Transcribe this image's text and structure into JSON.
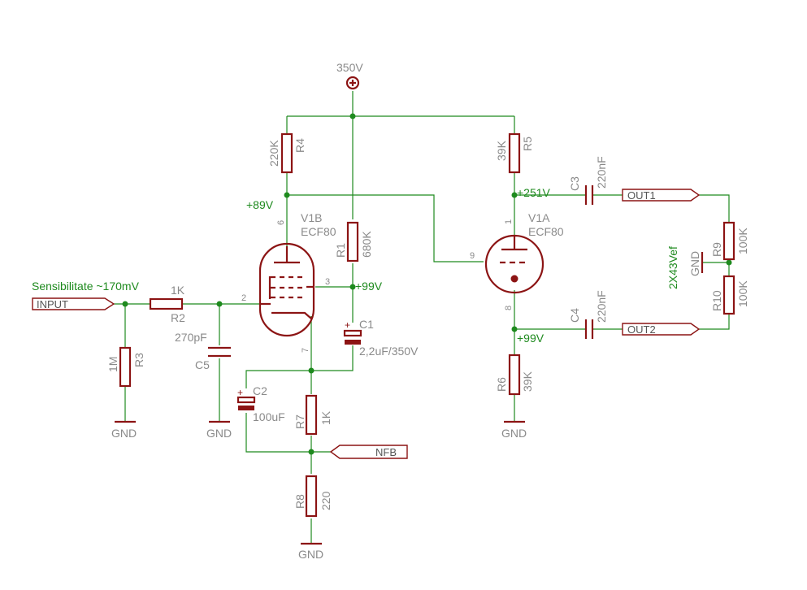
{
  "supply": {
    "label": "350V"
  },
  "nets": {
    "input_sens": "Sensibilitate ~170mV",
    "v1b_anode": "+89V",
    "v1b_grid2": "+99V",
    "v1a_anode": "+251V",
    "v1a_cathode": "+99V",
    "filament": "2X43Vef"
  },
  "ports": {
    "input": "INPUT",
    "out1": "OUT1",
    "out2": "OUT2",
    "nfb": "NFB"
  },
  "grounds": {
    "r3": "GND",
    "c5": "GND",
    "r8": "GND",
    "r6": "GND",
    "mid": "GND"
  },
  "tubes": {
    "v1b": {
      "name": "V1B",
      "type": "ECF80",
      "pins": {
        "anode": "6",
        "grid2": "3",
        "grid1": "2",
        "cathode": "7"
      }
    },
    "v1a": {
      "name": "V1A",
      "type": "ECF80",
      "pins": {
        "anode": "1",
        "grid": "9",
        "cathode": "8"
      }
    }
  },
  "resistors": {
    "r1": {
      "name": "R1",
      "value": "680K"
    },
    "r2": {
      "name": "R2",
      "value": "1K"
    },
    "r3": {
      "name": "R3",
      "value": "1M"
    },
    "r4": {
      "name": "R4",
      "value": "220K"
    },
    "r5": {
      "name": "R5",
      "value": "39K"
    },
    "r6": {
      "name": "R6",
      "value": "39K"
    },
    "r7": {
      "name": "R7",
      "value": "1K"
    },
    "r8": {
      "name": "R8",
      "value": "220"
    },
    "r9": {
      "name": "R9",
      "value": "100K"
    },
    "r10": {
      "name": "R10",
      "value": "100K"
    }
  },
  "capacitors": {
    "c1": {
      "name": "C1",
      "value": "2,2uF/350V",
      "polarity": "+"
    },
    "c2": {
      "name": "C2",
      "value": "100uF",
      "polarity": "+"
    },
    "c3": {
      "name": "C3",
      "value": "220nF"
    },
    "c4": {
      "name": "C4",
      "value": "220nF"
    },
    "c5": {
      "name": "C5",
      "value": "270pF"
    }
  },
  "colors": {
    "wire": "#1e8a1e",
    "part": "#8c1414",
    "label": "#8a8a8a"
  }
}
